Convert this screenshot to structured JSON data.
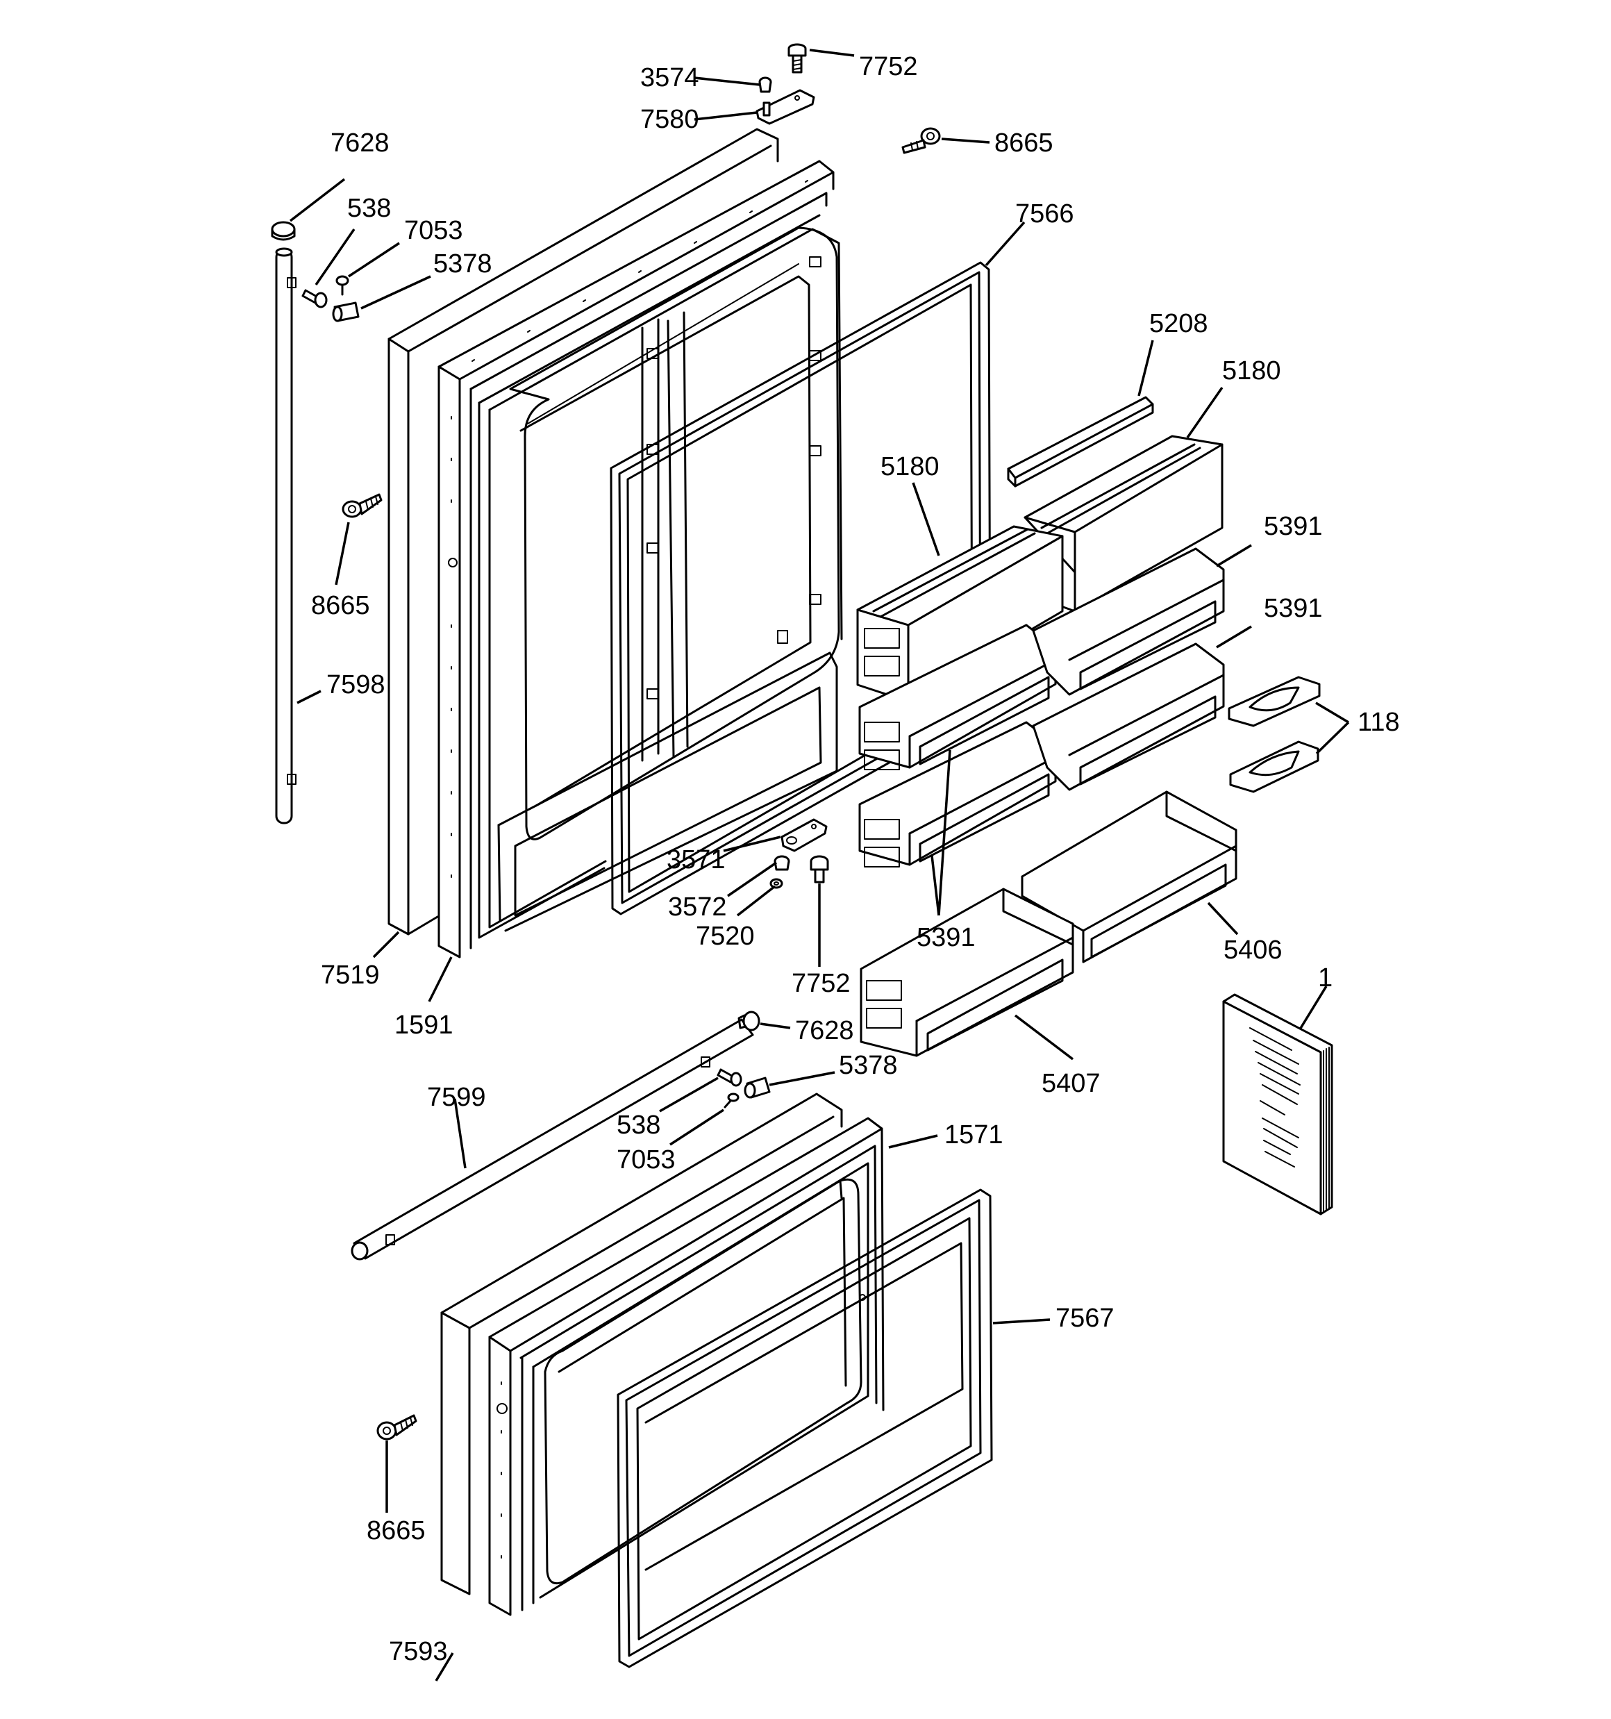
{
  "labels": {
    "l7752a": "7752",
    "l3574": "3574",
    "l7580": "7580",
    "l8665a": "8665",
    "l7628a": "7628",
    "l538a": "538",
    "l7053a": "7053",
    "l5378a": "5378",
    "l7566": "7566",
    "l5208": "5208",
    "l5180a": "5180",
    "l5180b": "5180",
    "l5391a": "5391",
    "l5391b": "5391",
    "l8665b": "8665",
    "l7598": "7598",
    "l118": "118",
    "l3571": "3571",
    "l3572": "3572",
    "l7520": "7520",
    "l5391c": "5391",
    "l5406": "5406",
    "l7519": "7519",
    "l1591": "1591",
    "l7752b": "7752",
    "l1": "1",
    "l7628b": "7628",
    "l5378b": "5378",
    "l7599": "7599",
    "l5407": "5407",
    "l538b": "538",
    "l7053b": "7053",
    "l1571": "1571",
    "l7567": "7567",
    "l8665c": "8665",
    "l7593": "7593"
  }
}
